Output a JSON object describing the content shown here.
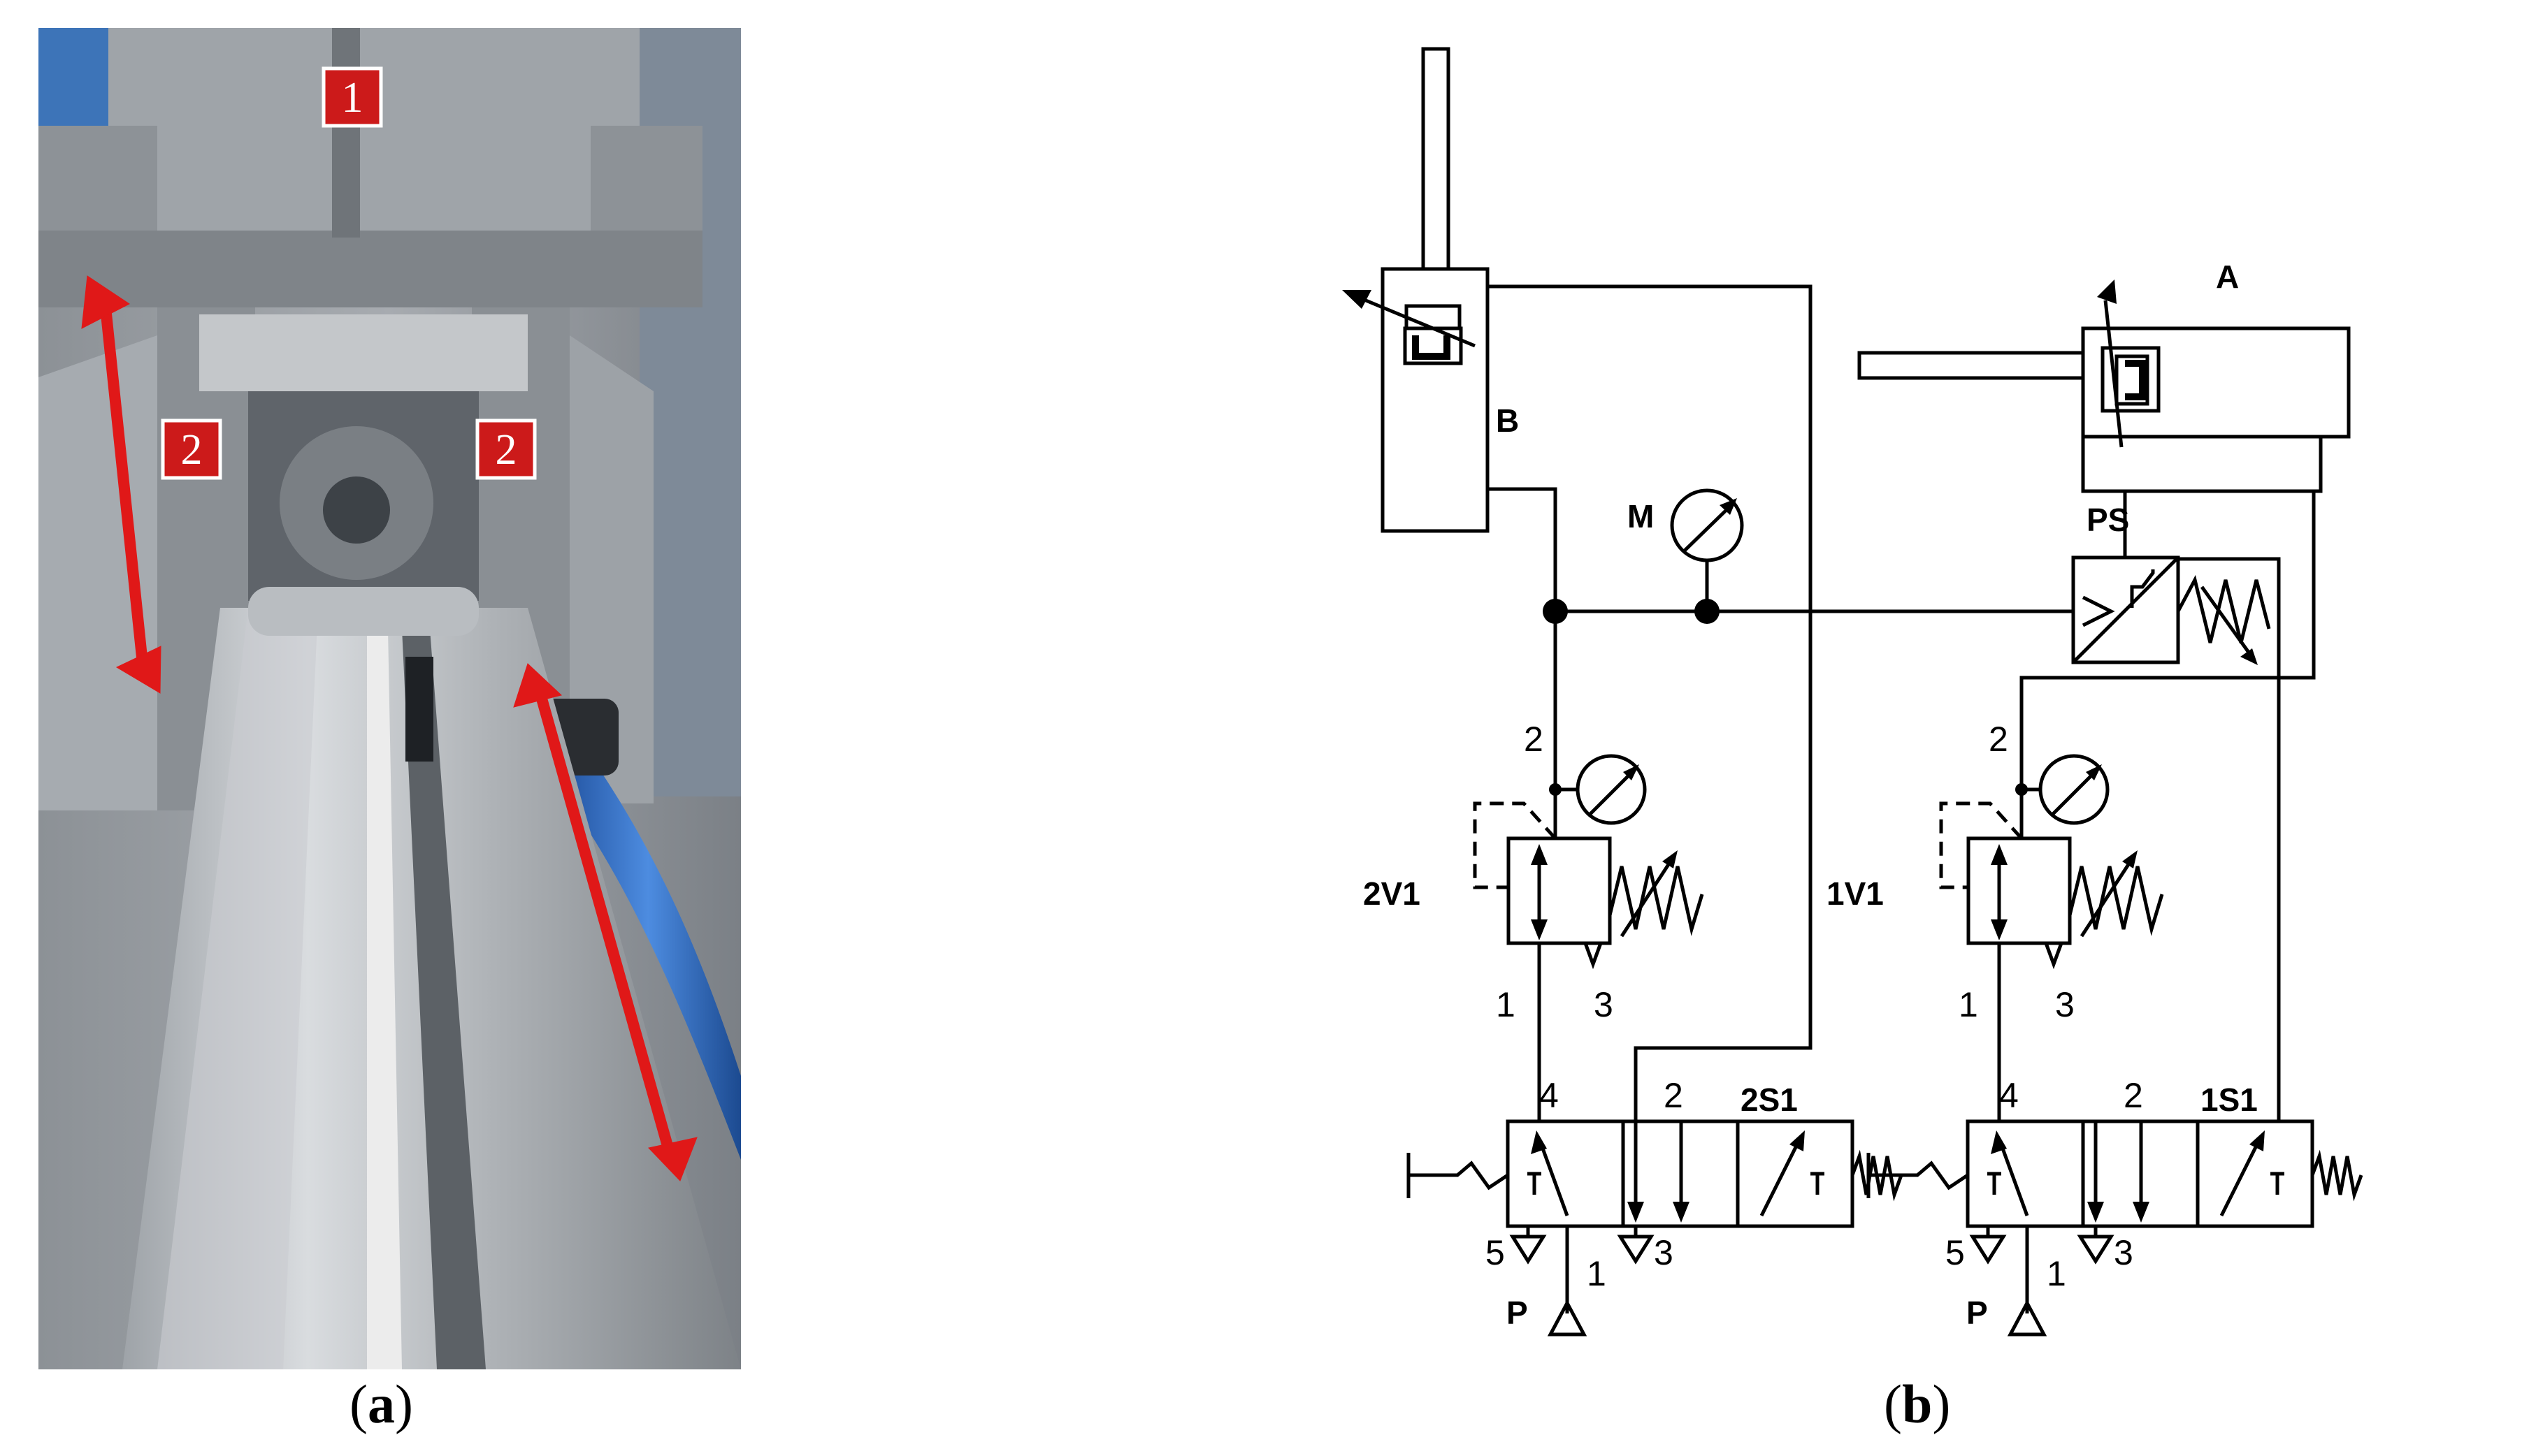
{
  "panel_a": {
    "caption_open": "(",
    "caption_letter": "a",
    "caption_close": ")",
    "badges": [
      "1",
      "2",
      "2"
    ],
    "colors": {
      "badge": "#cc1a1a",
      "arrow": "#e01818",
      "tube": "#2f6fc9",
      "metal": "#b8bcc0"
    }
  },
  "panel_b": {
    "caption_open": "(",
    "caption_letter": "b",
    "caption_close": ")",
    "components": {
      "cylinder_b": "B",
      "cylinder_a": "A",
      "gauge_m": "M",
      "pressure_switch": "PS",
      "regulator_2": "2V1",
      "regulator_1": "1V1",
      "valve_2": "2S1",
      "valve_1": "1S1"
    },
    "port_labels": {
      "reg2": [
        "2",
        "1",
        "3"
      ],
      "reg1": [
        "2",
        "1",
        "3"
      ],
      "valve2": [
        "4",
        "2",
        "5",
        "1",
        "3",
        "P"
      ],
      "valve1": [
        "4",
        "2",
        "5",
        "1",
        "3",
        "P"
      ]
    }
  }
}
